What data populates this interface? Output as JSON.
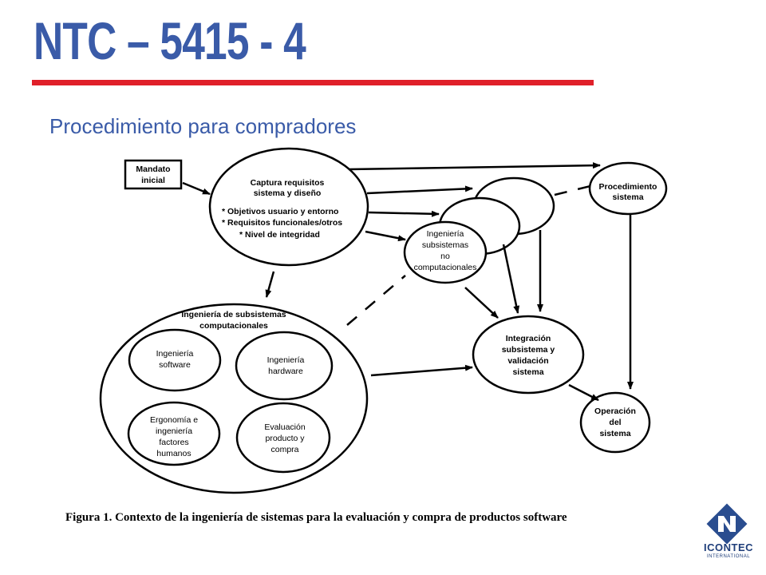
{
  "slide": {
    "title": "NTC – 5415 - 4",
    "subtitle": "Procedimiento para compradores",
    "caption": "Figura 1. Contexto de la ingeniería de sistemas para la evaluación y compra de productos software",
    "accent_color": "#3a5ba8",
    "rule_color": "#e0202a"
  },
  "diagram": {
    "mandato": [
      "Mandato",
      "inicial"
    ],
    "captura_title": [
      "Captura requisitos",
      "sistema y diseño"
    ],
    "captura_items": [
      "* Objetivos usuario y entorno",
      "* Requisitos funcionales/otros",
      "* Nivel de integridad"
    ],
    "procedimiento": [
      "Procedimiento",
      "sistema"
    ],
    "ing_no_comp": [
      "Ingeniería",
      "subsistemas",
      "no",
      "computacionales"
    ],
    "ing_comp_title": [
      "Ingeniería de subsistemas",
      "computacionales"
    ],
    "ing_software": [
      "Ingeniería",
      "software"
    ],
    "ing_hardware": [
      "Ingeniería",
      "hardware"
    ],
    "ergonomia": [
      "Ergonomía e",
      "ingeniería",
      "factores",
      "humanos"
    ],
    "evaluacion": [
      "Evaluación",
      "producto y",
      "compra"
    ],
    "integracion": [
      "Integración",
      "subsistema y",
      "validación",
      "sistema"
    ],
    "operacion": [
      "Operación",
      "del",
      "sistema"
    ]
  },
  "logo": {
    "name": "ICONTEC",
    "sub": "INTERNATIONAL",
    "icon": "icontec-logo-icon"
  }
}
